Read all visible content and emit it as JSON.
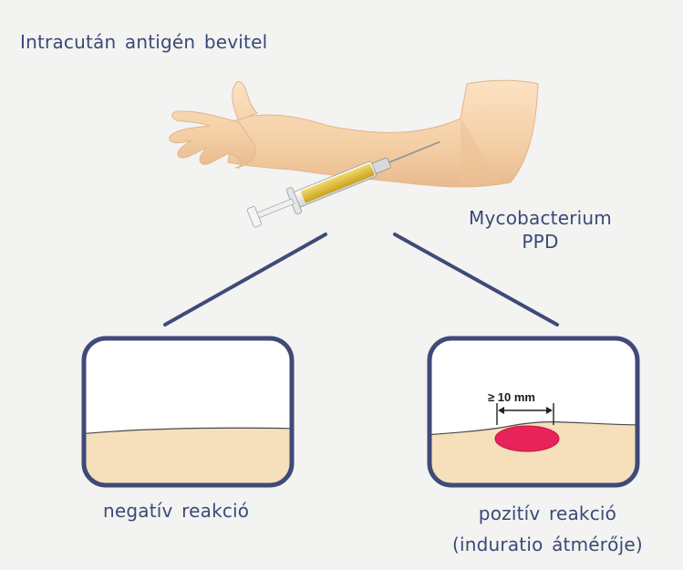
{
  "title": "Intracután antigén bevitel",
  "antigen": {
    "line1": "Mycobacterium",
    "line2": "PPD"
  },
  "negative": {
    "label": "negatív reakció"
  },
  "positive": {
    "line1": "pozitív reakció",
    "line2": "(induratio átmérője)",
    "measure": "≥ 10 mm"
  },
  "colors": {
    "text": "#3a4a78",
    "frame": "#3f4a78",
    "skin": "#f6dfbb",
    "induration": "#e8225a",
    "syringe": "#e8c53a"
  }
}
